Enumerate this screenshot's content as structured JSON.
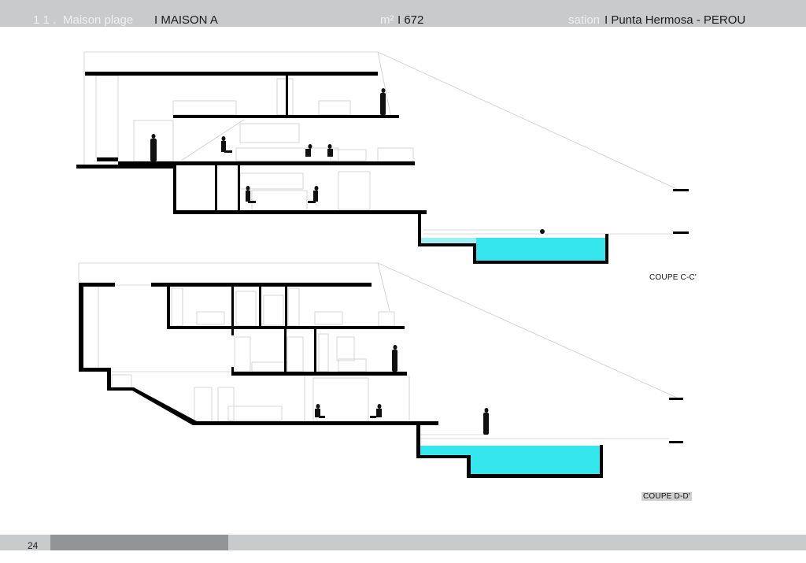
{
  "header": {
    "section_number": "1 1 .",
    "section_name": "Maison plage",
    "house": "I MAISON A",
    "area_label": "m²",
    "area_value": "I 672",
    "location_label": "sation",
    "location_value": "I Punta Hermosa - PEROU"
  },
  "drawings": [
    {
      "label": "COUPE C-C'"
    },
    {
      "label": "COUPE D-D'"
    }
  ],
  "footer": {
    "page_number": "24"
  },
  "colors": {
    "pool_water": "#36e6ef",
    "header_bar": "#c9cacb",
    "footer_segment": "#939495"
  }
}
